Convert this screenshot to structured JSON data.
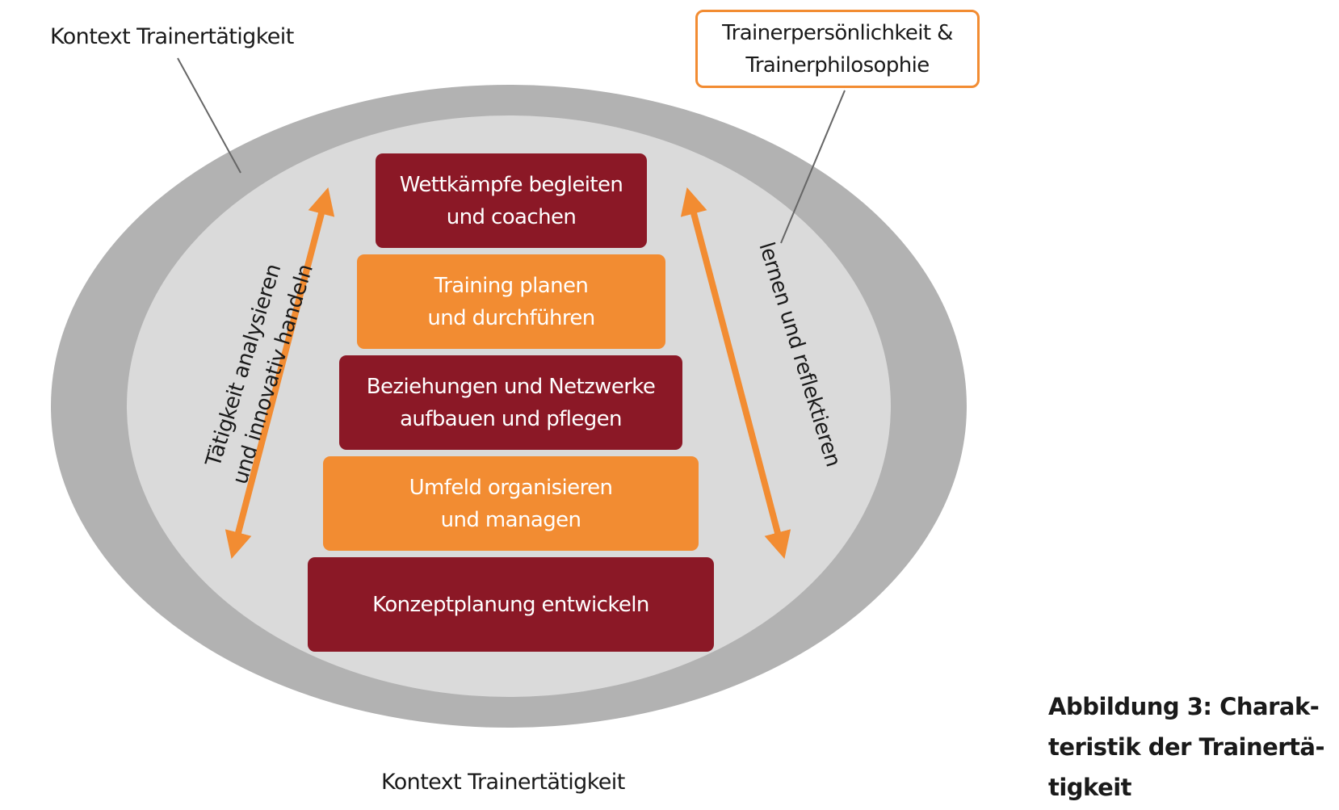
{
  "title": "Charakteristik der Trainertätigkeit",
  "colors": {
    "outer_ring": "#b2b2b2",
    "inner_area": "#dadada",
    "dark_step": "#8b1826",
    "light_step": "#f28c32",
    "arrow": "#f28c32",
    "leader_line": "#666666"
  },
  "labels": {
    "context_top": "Kontext Trainertätigkeit",
    "context_bottom": "Kontext Trainertätigkeit",
    "persona_line1": "Trainerpersönlichkeit &",
    "persona_line2": "Trainerphilosophie",
    "left_arrow_line1": "Tätigkeit analysieren",
    "left_arrow_line2": "und innovativ handeln",
    "right_arrow": "lernen und reflektieren"
  },
  "steps": [
    {
      "line1": "Wettkämpfe begleiten",
      "line2": "und coachen",
      "style": "dark"
    },
    {
      "line1": "Training planen",
      "line2": "und durchführen",
      "style": "light"
    },
    {
      "line1": "Beziehungen und Netzwerke",
      "line2": "aufbauen und pflegen",
      "style": "dark"
    },
    {
      "line1": "Umfeld organisieren",
      "line2": "und managen",
      "style": "light"
    },
    {
      "line1": "Konzeptplanung entwickeln",
      "line2": "",
      "style": "dark"
    }
  ],
  "caption": {
    "line1": "Abbildung 3: Charak-",
    "line2": "teristik der Trainertä-",
    "line3": "tigkeit"
  }
}
